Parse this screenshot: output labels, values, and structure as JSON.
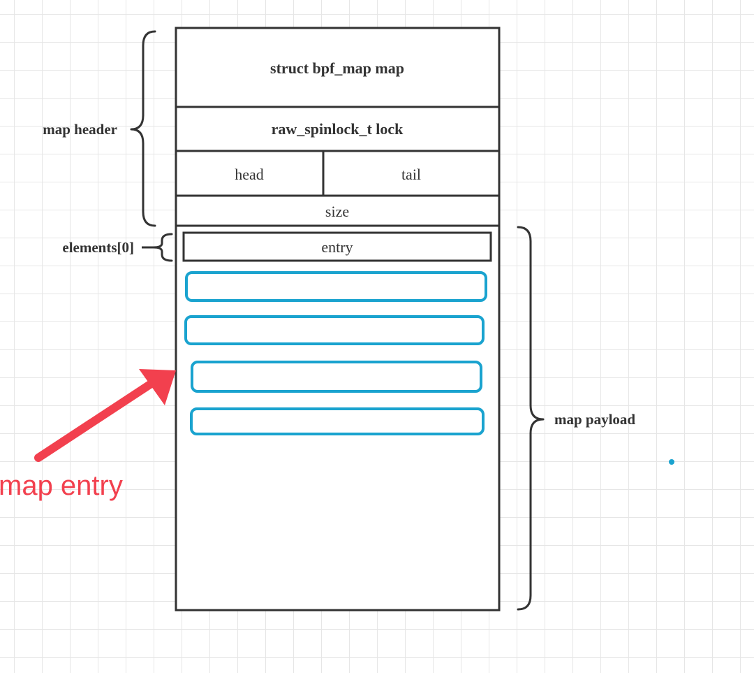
{
  "header": {
    "struct_label": "struct bpf_map map",
    "lock_label": "raw_spinlock_t lock",
    "head_label": "head",
    "tail_label": "tail",
    "size_label": "size"
  },
  "payload": {
    "entry_label": "entry",
    "entry_slot_count": 4
  },
  "braces": {
    "header_label": "map header",
    "elements_label": "elements[0]",
    "payload_label": "map payload"
  },
  "annotation": {
    "text": "map entry",
    "color": "#f2404e"
  },
  "colors": {
    "line": "#333333",
    "slot_outline": "#1aa3cf",
    "grid": "#e6e6e6"
  }
}
